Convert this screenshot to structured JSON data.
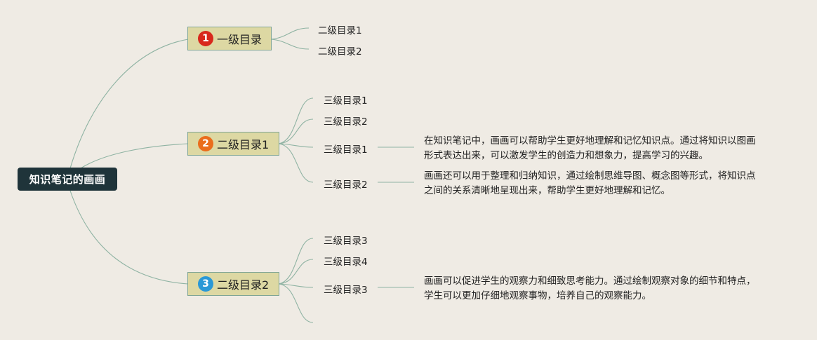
{
  "root": {
    "label": "知识笔记的画画"
  },
  "branches": [
    {
      "number": "1",
      "badge_color": "#d8281c",
      "label": "一级目录",
      "children": [
        "二级目录1",
        "二级目录2"
      ]
    },
    {
      "number": "2",
      "badge_color": "#ea6d1c",
      "label": "二级目录1",
      "children": [
        "三级目录1",
        "三级目录2",
        "三级目录1",
        "三级目录2"
      ],
      "notes": [
        [
          "在知识笔记中，画画可以帮助学生更好地理解和记忆知识点。通过将知识以图画",
          "形式表达出来，可以激发学生的创造力和想象力，提高学习的兴趣。"
        ],
        [
          "画画还可以用于整理和归纳知识，通过绘制思维导图、概念图等形式，将知识点",
          "之间的关系清晰地呈现出来，帮助学生更好地理解和记忆。"
        ]
      ]
    },
    {
      "number": "3",
      "badge_color": "#2a98d6",
      "label": "二级目录2",
      "children": [
        "三级目录3",
        "三级目录4",
        "三级目录3",
        ""
      ],
      "notes": [
        [
          "画画可以促进学生的观察力和细致思考能力。通过绘制观察对象的细节和特点，",
          "学生可以更加仔细地观察事物，培养自己的观察能力。"
        ]
      ]
    }
  ],
  "colors": {
    "line": "#8fb3a3",
    "root_bg": "#1f343a",
    "branch_bg": "#ddd8a3"
  }
}
